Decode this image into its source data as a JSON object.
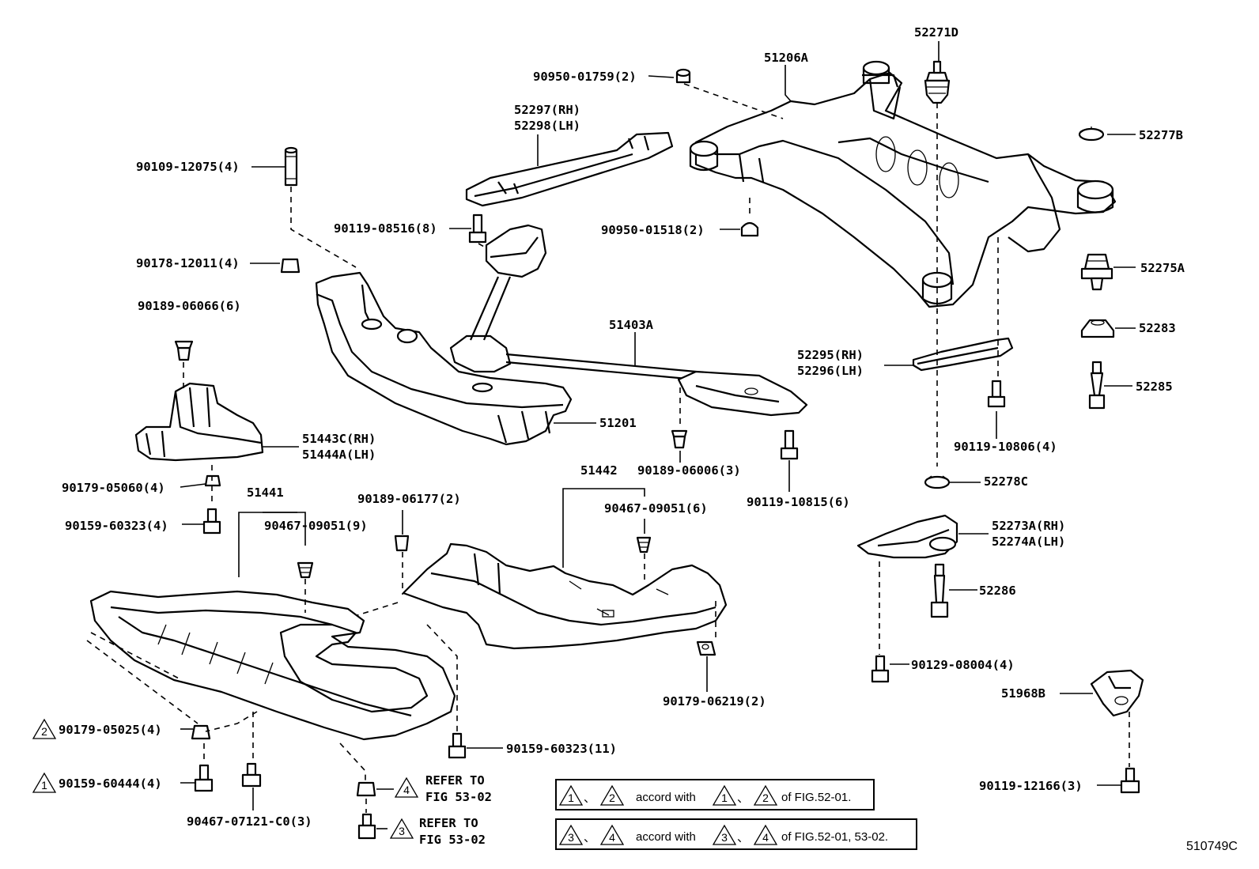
{
  "labels": {
    "p52271D": "52271D",
    "p51206A": "51206A",
    "p90950_01759": "90950-01759(2)",
    "p52297": "52297(RH)",
    "p52298": "52298(LH)",
    "p52277B": "52277B",
    "p90109_12075": "90109-12075(4)",
    "p90119_08516": "90119-08516(8)",
    "p90950_01518": "90950-01518(2)",
    "p52275A": "52275A",
    "p90178_12011": "90178-12011(4)",
    "p90189_06066": "90189-06066(6)",
    "p51403A": "51403A",
    "p52283": "52283",
    "p52295": "52295(RH)",
    "p52296": "52296(LH)",
    "p52285": "52285",
    "p51201": "51201",
    "p51443C": "51443C(RH)",
    "p51444A": "51444A(LH)",
    "p90119_10806": "90119-10806(4)",
    "p90189_06006": "90189-06006(3)",
    "p52278C": "52278C",
    "p90179_05060": "90179-05060(4)",
    "p51441": "51441",
    "p51442": "51442",
    "p90189_06177": "90189-06177(2)",
    "p90467_09051_6": "90467-09051(6)",
    "p90119_10815": "90119-10815(6)",
    "p90159_60323_4": "90159-60323(4)",
    "p90467_09051_9": "90467-09051(9)",
    "p52273A": "52273A(RH)",
    "p52274A": "52274A(LH)",
    "p52286": "52286",
    "p90129_08004": "90129-08004(4)",
    "p90179_06219": "90179-06219(2)",
    "p51968B": "51968B",
    "p90179_05025": "90179-05025(4)",
    "p90159_60323_11": "90159-60323(11)",
    "p90159_60444": "90159-60444(4)",
    "p90119_12166": "90119-12166(3)",
    "p90467_07121": "90467-07121-C0(3)",
    "refer1_a": "REFER TO",
    "refer1_b": "FIG 53-02",
    "refer2_a": "REFER TO",
    "refer2_b": "FIG 53-02"
  },
  "triangles": {
    "t1": "1",
    "t2": "2",
    "t3": "3",
    "t4": "4"
  },
  "legend": {
    "row1": {
      "n1": "1",
      "n2": "2",
      "sep": "、",
      "mid": "accord with",
      "m1": "1",
      "m2": "2",
      "tail": "of FIG.52-01."
    },
    "row2": {
      "n1": "3",
      "n2": "4",
      "sep": "、",
      "mid": "accord with",
      "m1": "3",
      "m2": "4",
      "tail": "of FIG.52-01, 53-02."
    }
  },
  "figure_code": "510749C"
}
